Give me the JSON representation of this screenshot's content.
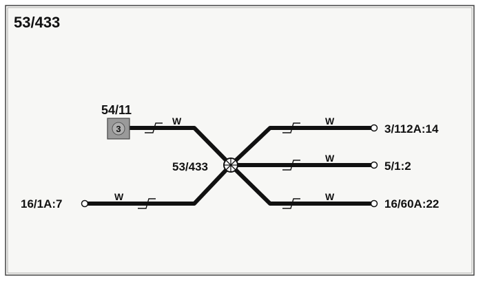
{
  "diagram": {
    "title": "53/433",
    "splice_label": "53/433",
    "component_label": "54/11",
    "component_pin": "3",
    "connectors": {
      "left": "16/1A:7",
      "right_top": "3/112A:14",
      "right_middle": "5/1:2",
      "right_bottom": "16/60A:22"
    },
    "wire_colors": {
      "component_wire": "W",
      "left_wire": "W",
      "right_top_wire": "W",
      "right_middle_wire": "W",
      "right_bottom_wire": "W"
    }
  }
}
